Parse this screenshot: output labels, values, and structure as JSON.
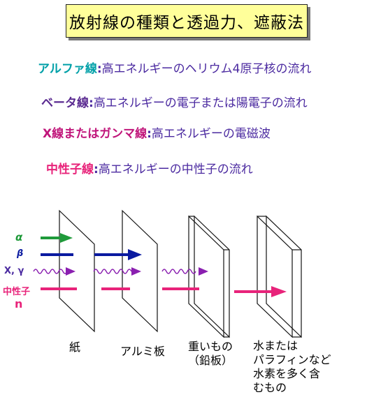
{
  "title": "放射線の種類と透過力、遮蔽法",
  "colors": {
    "alpha": "#1f9a3a",
    "beta": "#0a1aa0",
    "gamma": "#8a1fb0",
    "neutron": "#e8237a",
    "alpha_term": "#00a0a8",
    "desc": "#4b2aa0",
    "title_bg": "#ffff9a"
  },
  "definitions": [
    {
      "term": "アルファ線",
      "colon": ":",
      "desc": "高エネルギーのヘリウム4原子核の流れ"
    },
    {
      "term": "ベータ線",
      "colon": ":",
      "desc": "高エネルギーの電子または陽電子の流れ"
    },
    {
      "term": "X線またはガンマ線",
      "colon": ":",
      "desc": "高エネルギーの電磁波"
    },
    {
      "term": "中性子線",
      "colon": ":",
      "desc": "高エネルギーの中性子の流れ"
    }
  ],
  "radiation_labels": {
    "alpha": "α",
    "beta": "β",
    "gamma": "X, γ",
    "neutron": "中性子",
    "neutron_symbol": "n"
  },
  "materials": {
    "paper": "紙",
    "aluminum": "アルミ板",
    "lead": [
      "重いもの",
      "（鉛板）"
    ],
    "water": [
      "水または",
      "パラフィンなど",
      "水素を多く含",
      "むもの"
    ]
  }
}
